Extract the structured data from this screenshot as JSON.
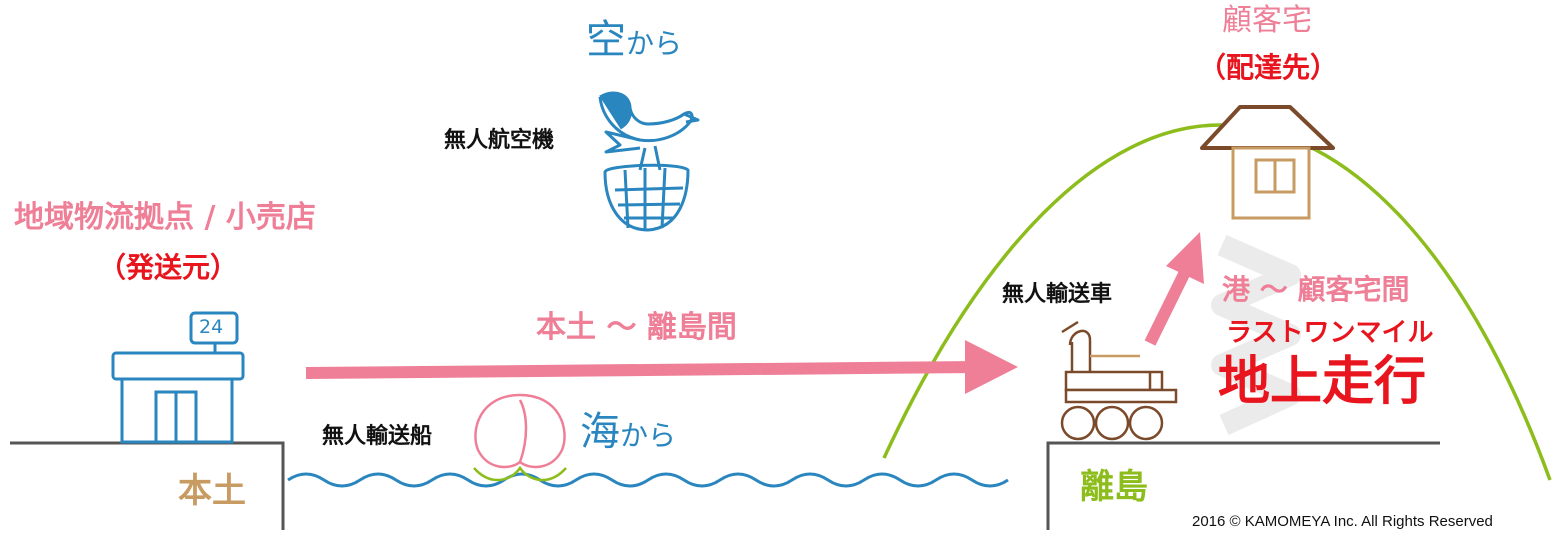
{
  "origin": {
    "title": "地域物流拠点 / 小売店",
    "subtitle": "（発送元）",
    "store_sign": "24",
    "ground_label": "本土"
  },
  "destination": {
    "title": "顧客宅",
    "subtitle": "（配達先）",
    "ground_label": "離島"
  },
  "air": {
    "heading_big": "空",
    "heading_small": "から",
    "vehicle": "無人航空機"
  },
  "sea": {
    "heading_big": "海",
    "heading_small": "から",
    "vehicle": "無人輸送船"
  },
  "route_label": "本土 ～ 離島間",
  "land": {
    "vehicle": "無人輸送車",
    "segment": "港 ～ 顧客宅間",
    "last_mile": "ラストワンマイル",
    "method": "地上走行"
  },
  "copyright": "2016 © KAMOMEYA Inc. All Rights Reserved",
  "colors": {
    "pink": "#ee7f97",
    "red": "#e8141e",
    "blue": "#2a86bf",
    "tan": "#c79b62",
    "green": "#8cbd1c",
    "house_brown": "#7a4a2a",
    "ground_gray": "#555555"
  }
}
